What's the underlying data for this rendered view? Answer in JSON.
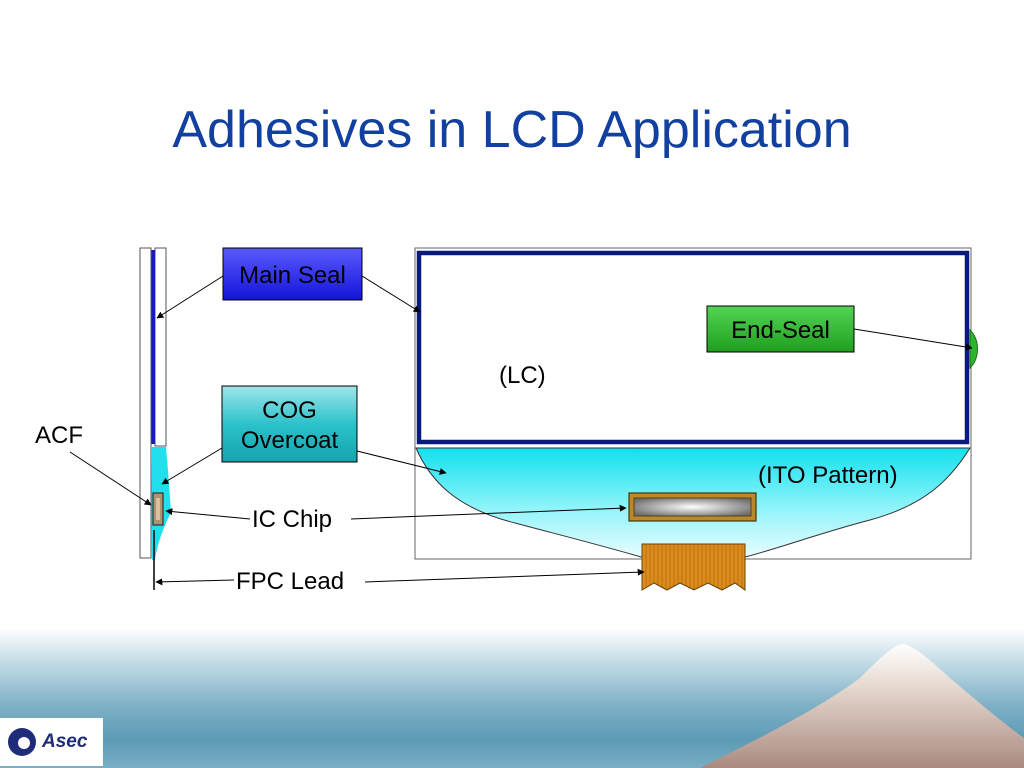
{
  "title": "Adhesives in LCD Application",
  "labels": {
    "main_seal": "Main Seal",
    "cog_line1": "COG",
    "cog_line2": "Overcoat",
    "end_seal": "End-Seal",
    "lc": "(LC)",
    "ito_pattern": "(ITO Pattern)",
    "acf": "ACF",
    "ic_chip": "IC Chip",
    "fpc_lead": "FPC Lead"
  },
  "logo": {
    "text": "Asec"
  },
  "colors": {
    "title": "#1240a0",
    "main_seal_fill": "#2626e6",
    "cog_fill": "#22c0c8",
    "end_seal_fill": "#2eb52e",
    "seal_border": "#0a1a7a",
    "overcoat_cyan": "#22e6f0",
    "fpc_fill": "#d98a18"
  }
}
